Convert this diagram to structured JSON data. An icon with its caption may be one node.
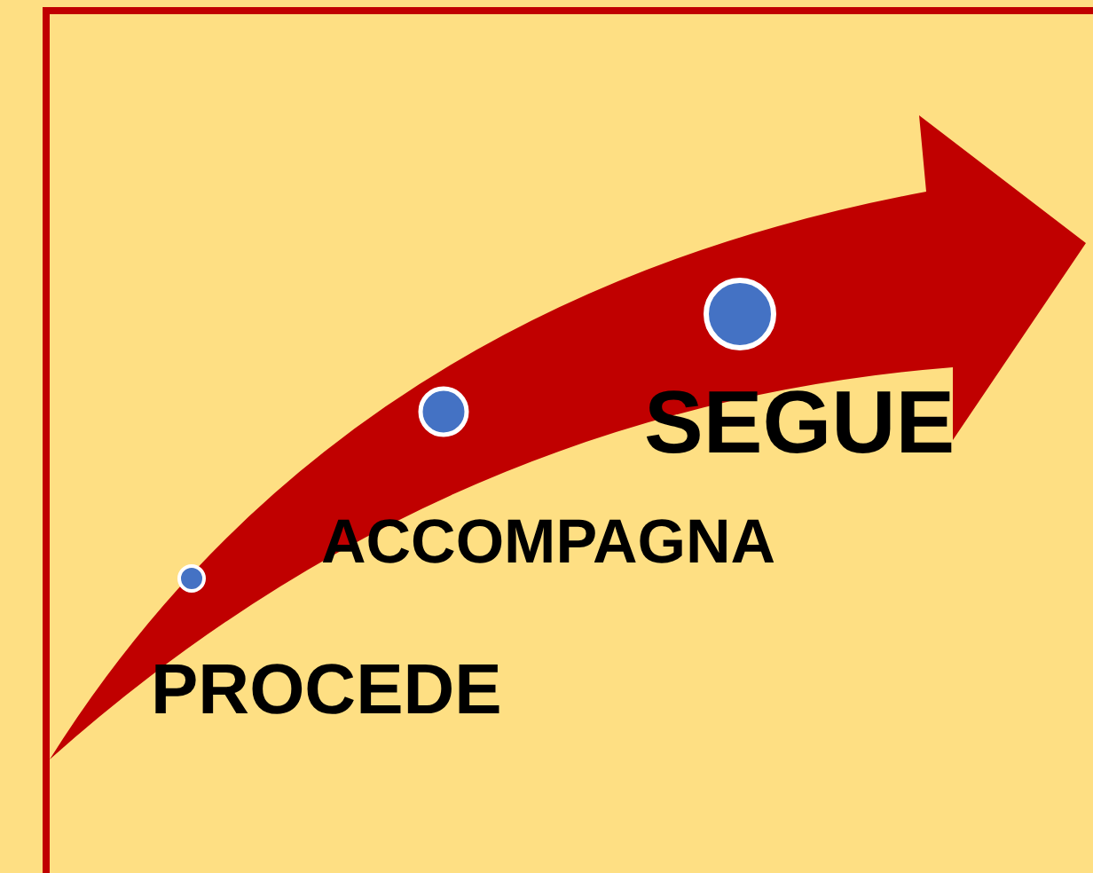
{
  "diagram": {
    "labels": [
      "SEGUE",
      "ACCOMPAGNA",
      "PROCEDE"
    ]
  }
}
